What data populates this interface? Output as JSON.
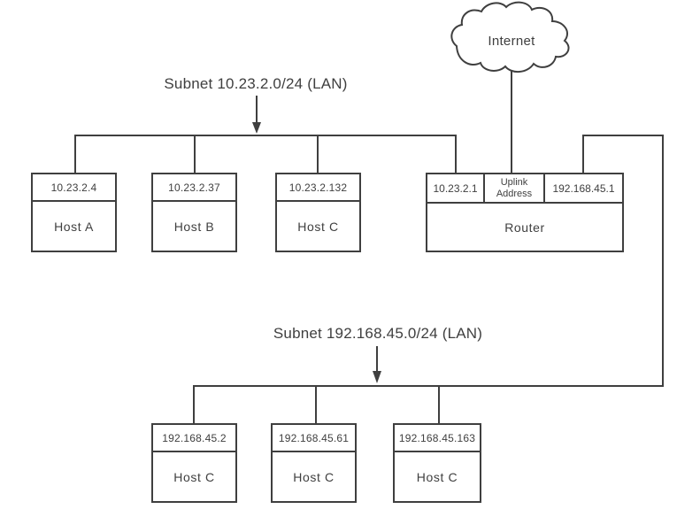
{
  "internet": {
    "label": "Internet"
  },
  "subnets": [
    {
      "label": "Subnet 10.23.2.0/24 (LAN)",
      "hosts": [
        {
          "ip": "10.23.2.4",
          "name": "Host A"
        },
        {
          "ip": "10.23.2.37",
          "name": "Host B"
        },
        {
          "ip": "10.23.2.132",
          "name": "Host C"
        }
      ]
    },
    {
      "label": "Subnet 192.168.45.0/24 (LAN)",
      "hosts": [
        {
          "ip": "192.168.45.2",
          "name": "Host C"
        },
        {
          "ip": "192.168.45.61",
          "name": "Host C"
        },
        {
          "ip": "192.168.45.163",
          "name": "Host C"
        }
      ]
    }
  ],
  "router": {
    "lan1_ip": "10.23.2.1",
    "uplink_label": "Uplink Address",
    "lan2_ip": "192.168.45.1",
    "name": "Router"
  },
  "colors": {
    "line": "#3f3f3f",
    "text": "#3f3f3f",
    "background": "#ffffff"
  }
}
